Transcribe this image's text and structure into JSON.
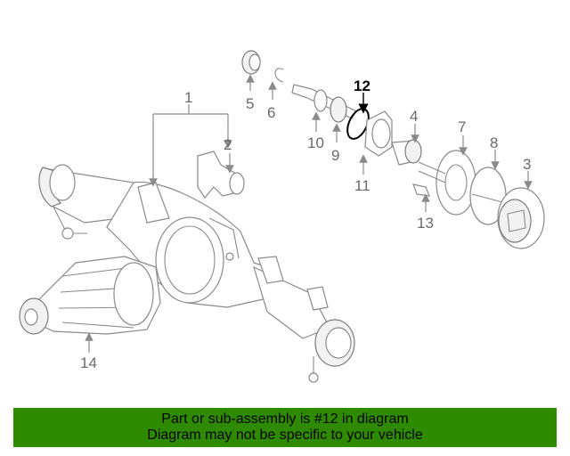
{
  "callouts": {
    "c1": "1",
    "c2": "2",
    "c3": "3",
    "c4": "4",
    "c5": "5",
    "c6": "6",
    "c7": "7",
    "c8": "8",
    "c9": "9",
    "c10": "10",
    "c11": "11",
    "c12": "12",
    "c13": "13",
    "c14": "14"
  },
  "highlight": {
    "part": "12",
    "color": "#000000"
  },
  "banner": {
    "line1": "Part or sub-assembly is #12 in diagram",
    "line2": "Diagram may not be specific to your vehicle",
    "bg_color": "#2e8b00"
  }
}
